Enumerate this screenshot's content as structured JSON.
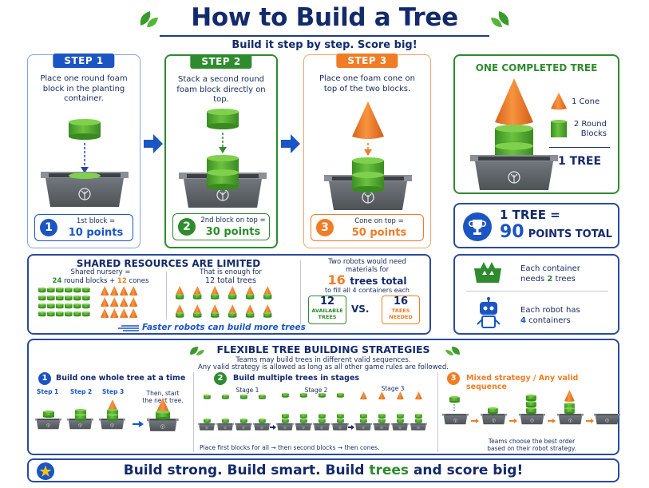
{
  "header": {
    "title": "How to Build a Tree",
    "subtitle": "Build it step by step. Score big!"
  },
  "steps": [
    {
      "tag": "STEP 1",
      "text": "Place one round foam block in the planting container.",
      "num": "1",
      "label": "1st block =",
      "value": "10 points"
    },
    {
      "tag": "STEP 2",
      "text": "Stack a second round foam block directly on top.",
      "num": "2",
      "label": "2nd block on top =",
      "value": "30 points"
    },
    {
      "tag": "STEP 3",
      "text": "Place one foam cone on top of the two blocks.",
      "num": "3",
      "label": "Cone on top =",
      "value": "50 points"
    }
  ],
  "completed": {
    "title": "ONE COMPLETED TREE",
    "cone_label": "1 Cone",
    "blocks_label_1": "2 Round",
    "blocks_label_2": "Blocks",
    "total": "1 TREE"
  },
  "total_points": {
    "line1": "1 TREE =",
    "number": "90",
    "suffix": "POINTS TOTAL"
  },
  "shared": {
    "title": "SHARED RESOURCES ARE LIMITED",
    "nursery_line1": "Shared nursery =",
    "blocks_count": "24",
    "blocks_text": "round blocks",
    "plus": "+",
    "cones_count": "12",
    "cones_text": "cones",
    "enough_line1": "That is enough for",
    "enough_line2": "12 total trees",
    "need_line1": "Two robots would need",
    "need_line2": "materials for",
    "need_count": "16",
    "need_trees": "trees total",
    "need_line3": "to fill all 4 containers each",
    "available_num": "12",
    "available_label_1": "AVAILABLE",
    "available_label_2": "TREES",
    "vs": "VS.",
    "needed_num": "16",
    "needed_label_1": "TREES",
    "needed_label_2": "NEEDED",
    "faster": "Faster robots can build more trees"
  },
  "containers": {
    "each_container_1": "Each container",
    "each_container_2a": "needs",
    "each_container_2b": "2",
    "each_container_2c": "trees",
    "each_robot_1": "Each robot has",
    "each_robot_2a": "4",
    "each_robot_2b": "containers"
  },
  "strategies": {
    "title": "FLEXIBLE TREE BUILDING STRATEGIES",
    "sub1": "Teams may build trees in different valid sequences.",
    "sub2": "Any valid strategy is allowed as long as all other game rules are followed.",
    "s1": {
      "num": "1",
      "title": "Build one whole tree at a time",
      "step1": "Step 1",
      "step2": "Step 2",
      "step3": "Step 3",
      "then1": "Then, start",
      "then2": "the next tree."
    },
    "s2": {
      "num": "2",
      "title": "Build multiple trees in stages",
      "stage1": "Stage 1",
      "stage2": "Stage 2",
      "stage3": "Stage 3",
      "foot1": "Place first blocks for all",
      "foot2": "then second blocks",
      "foot3": "then cones."
    },
    "s3": {
      "num": "3",
      "title": "Mixed strategy / Any valid sequence",
      "foot1": "Teams choose the best order",
      "foot2": "based on their robot strategy."
    }
  },
  "footer": {
    "part1": "Build strong. Build smart. Build",
    "part2": "trees",
    "part3": "and score big!"
  },
  "colors": {
    "navy": "#132a6b",
    "blue": "#1a55c3",
    "green": "#2e8b2e",
    "orange": "#f07c25",
    "block_green": "#4fa82e",
    "cone_orange": "#f07c25",
    "container_gray": "#5f656b"
  }
}
